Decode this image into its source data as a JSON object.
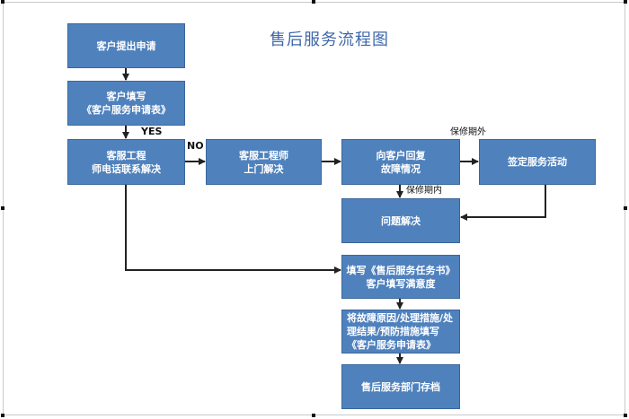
{
  "title": "售后服务流程图",
  "nodes": {
    "apply": "客户提出申请",
    "fill_form_line1": "客户填写",
    "fill_form_line2": "《客户服务申请表》",
    "phone_line1": "客服工程",
    "phone_line2": "师电话联系解决",
    "onsite_line1": "客服工程师",
    "onsite_line2": "上门解决",
    "reply_line1": "向客户回复",
    "reply_line2": "故障情况",
    "sign_service": "签定服务活动",
    "solve": "问题解决",
    "task_line1": "填写《售后服务任务书》",
    "task_line2": "客户填写满意度",
    "record_line1": "将故障原因/处理措施/处",
    "record_line2": "理结果/预防措施填写",
    "record_line3": "《客户服务申请表》",
    "archive": "售后服务部门存档"
  },
  "labels": {
    "yes": "YES",
    "no": "NO",
    "out_warranty": "保修期外",
    "in_warranty": "保修期内"
  },
  "colors": {
    "box_fill": "#4f81bd",
    "title": "#3f67a8",
    "connector": "#222222"
  }
}
